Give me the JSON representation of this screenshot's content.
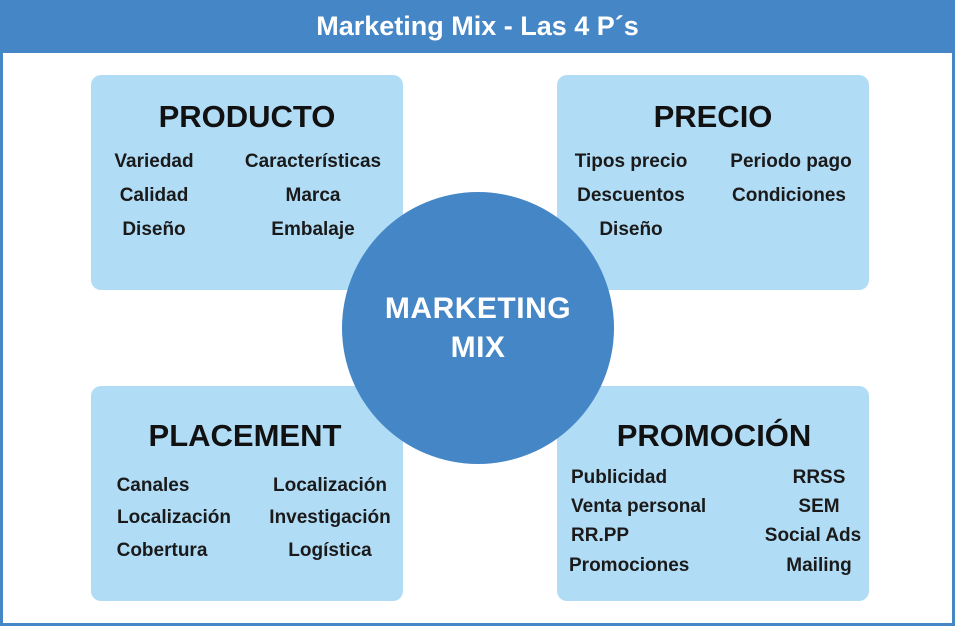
{
  "header": {
    "title": "Marketing Mix - Las 4 P´s"
  },
  "center": {
    "line1": "MARKETING",
    "line2": "MIX"
  },
  "producto": {
    "title": "PRODUCTO",
    "col1": [
      "Variedad",
      "Calidad",
      "Diseño"
    ],
    "col2": [
      "Características",
      "Marca",
      "Embalaje"
    ]
  },
  "precio": {
    "title": "PRECIO",
    "col1": [
      "Tipos precio",
      "Descuentos",
      "Diseño"
    ],
    "col2": [
      "Periodo pago",
      "Condiciones"
    ]
  },
  "placement": {
    "title": "PLACEMENT",
    "col1": [
      "Canales",
      "Localización",
      "Cobertura"
    ],
    "col2": [
      "Localización",
      "Investigación",
      "Logística"
    ]
  },
  "promocion": {
    "title": "PROMOCIÓN",
    "col1": [
      "Publicidad",
      "Venta personal",
      "RR.PP",
      "Promociones"
    ],
    "col2": [
      "RRSS",
      "SEM",
      "Social Ads",
      "Mailing"
    ]
  },
  "colors": {
    "accent": "#4486c6",
    "box": "#b1dcf6"
  }
}
